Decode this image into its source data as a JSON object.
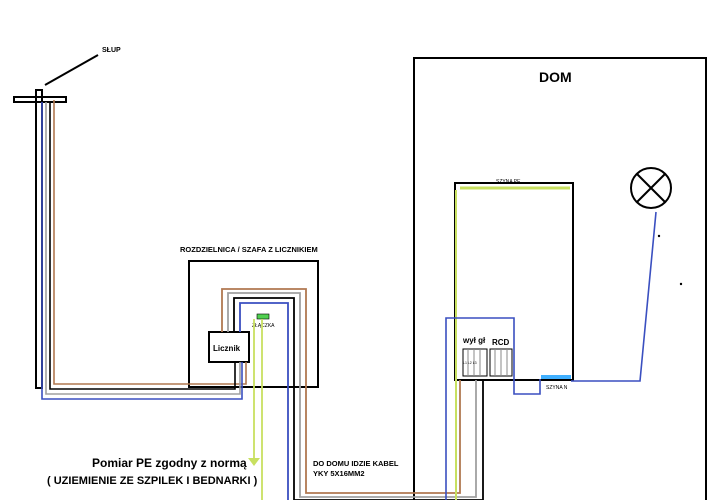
{
  "labels": {
    "pole": "SŁUP",
    "house": "DOM",
    "cabinet": "ROZDZIELNICA / SZAFA Z LICZNIKIEM",
    "meter": "Licznik",
    "connector": "ZŁĄCZKA",
    "pe_bar": "SZYNA PE",
    "main_switch": "wył gł",
    "switch_poles": "L1 L2 L3",
    "rcd": "RCD",
    "n_bar": "SZYNA N",
    "cable_line1": "DO DOMU IDZIE KABEL",
    "cable_line2": "YKY 5X16MM2",
    "pe_note": "Pomiar PE zgodny z normą",
    "grounding_note": "( UZIEMIENIE ZE SZPILEK I BEDNARKI )"
  },
  "colors": {
    "outline": "#000000",
    "brown": "#b07850",
    "grey": "#a0a0a0",
    "blue": "#3a4fc0",
    "black": "#000000",
    "green_yellow": "#c8e060",
    "n_bar": "#40b0ff",
    "connector": "#50d050"
  },
  "icons": {
    "lamp": "lamp-icon",
    "ground": "ground-icon"
  }
}
